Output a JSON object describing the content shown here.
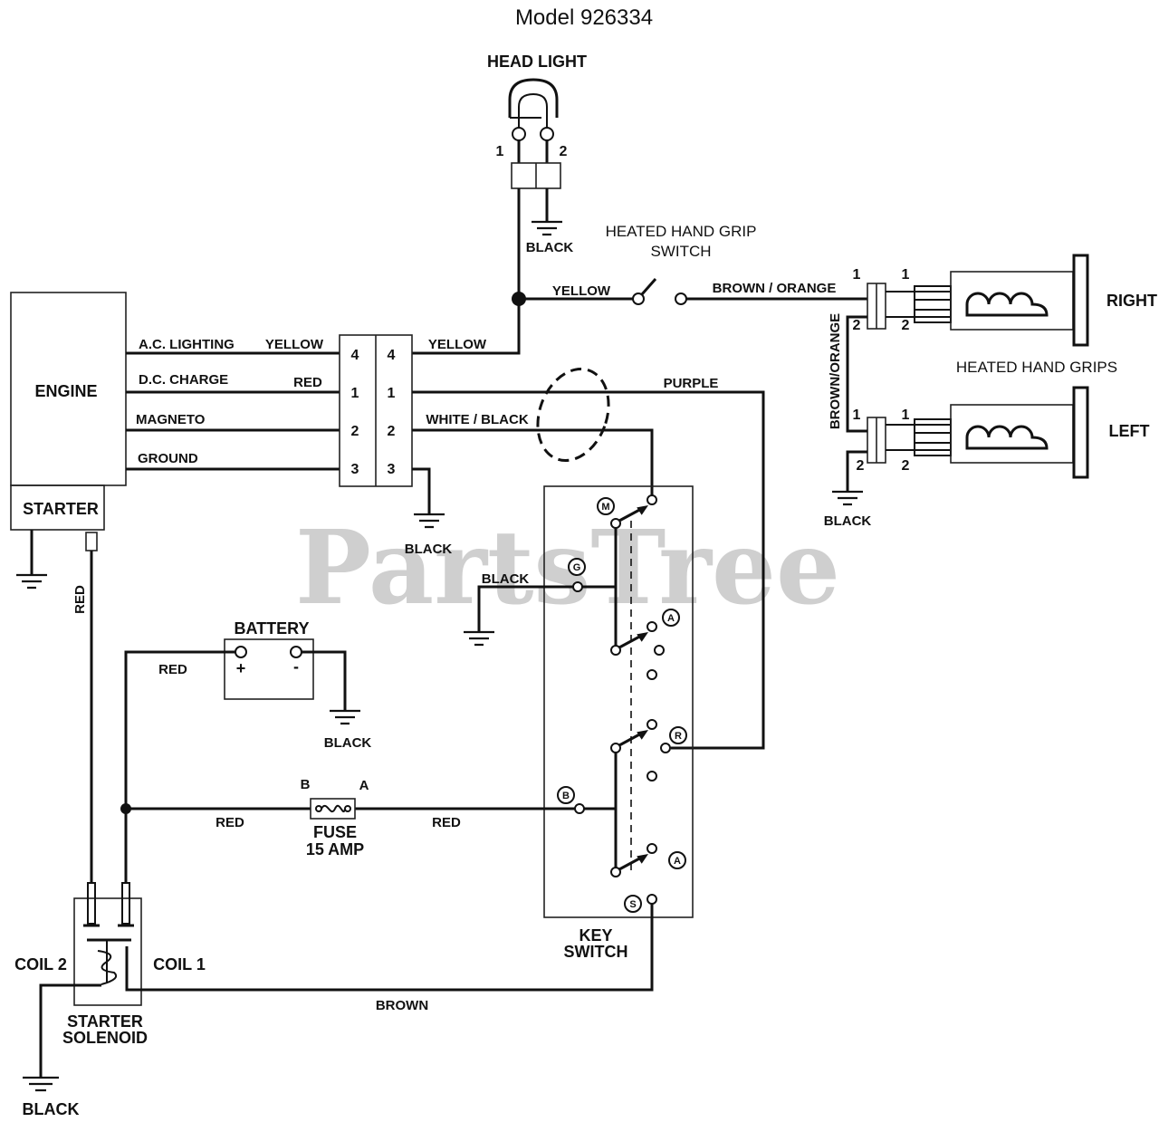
{
  "title": "Model 926334",
  "watermark": "PartsTree",
  "headlight": {
    "label": "HEAD LIGHT",
    "pin_1": "1",
    "pin_2": "2",
    "ground_wire": "BLACK"
  },
  "grip_switch": {
    "label_line_1": "HEATED HAND GRIP",
    "label_line_2": "SWITCH",
    "wire_in": "YELLOW",
    "wire_out": "BROWN / ORANGE"
  },
  "hand_grips": {
    "label": "HEATED HAND GRIPS",
    "jumper_wire": "BROWN/ORANGE",
    "ground_wire": "BLACK",
    "right": {
      "label": "RIGHT",
      "pin_1_in": "1",
      "pin_1_out": "1",
      "pin_2_in": "2",
      "pin_2_out": "2"
    },
    "left": {
      "label": "LEFT",
      "pin_1_in": "1",
      "pin_1_out": "1",
      "pin_2_in": "2",
      "pin_2_out": "2"
    }
  },
  "engine": {
    "label": "ENGINE",
    "starter_label": "STARTER",
    "starter_wire": "RED",
    "leads": [
      {
        "name": "A.C. LIGHTING",
        "wire": "YELLOW"
      },
      {
        "name": "D.C. CHARGE",
        "wire": "RED"
      },
      {
        "name": "MAGNETO"
      },
      {
        "name": "GROUND"
      }
    ]
  },
  "connector": {
    "pins_in": [
      "4",
      "1",
      "2",
      "3"
    ],
    "pins_out": [
      "4",
      "1",
      "2",
      "3"
    ],
    "wires_out": [
      "YELLOW",
      "PURPLE",
      "WHITE / BLACK"
    ],
    "ground_wire": "BLACK"
  },
  "key_switch": {
    "label_line_1": "KEY",
    "label_line_2": "SWITCH",
    "ground_wire": "BLACK",
    "terminals": {
      "m": "M",
      "g": "G",
      "a_upper": "A",
      "r": "R",
      "b": "B",
      "a_lower": "A",
      "s": "S"
    }
  },
  "battery": {
    "label": "BATTERY",
    "positive": "+",
    "negative": "-",
    "positive_wire": "RED",
    "negative_wire": "BLACK"
  },
  "fuse": {
    "label": "FUSE",
    "rating": "15 AMP",
    "end_b": "B",
    "end_a": "A",
    "wire_left": "RED",
    "wire_right": "RED"
  },
  "starter_solenoid": {
    "label_line_1": "STARTER",
    "label_line_2": "SOLENOID",
    "coil_2": "COIL 2",
    "coil_1": "COIL 1",
    "ground_wire": "BLACK",
    "coil_1_wire": "BROWN"
  }
}
